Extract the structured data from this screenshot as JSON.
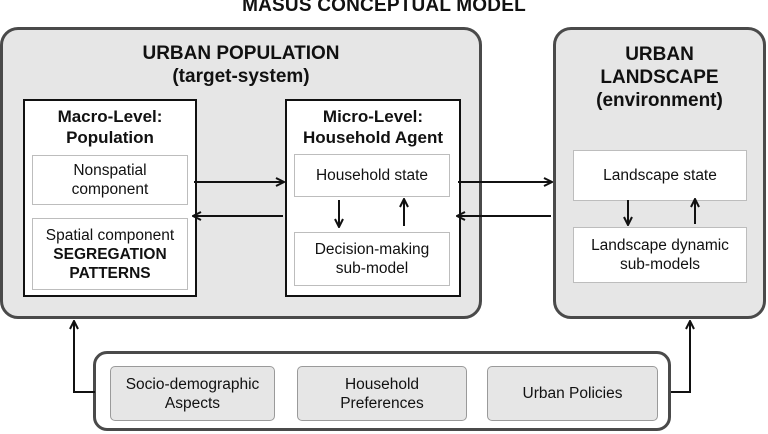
{
  "title": "MASUS CONCEPTUAL MODEL",
  "urban_population": {
    "title_line1": "URBAN POPULATION",
    "title_line2": "(target-system)",
    "macro": {
      "title_line1": "Macro-Level:",
      "title_line2": "Population",
      "nonspatial_line1": "Nonspatial",
      "nonspatial_line2": "component",
      "spatial_line1": "Spatial component",
      "spatial_line2": "SEGREGATION",
      "spatial_line3": "PATTERNS"
    },
    "micro": {
      "title_line1": "Micro-Level:",
      "title_line2": "Household Agent",
      "state": "Household state",
      "decision_line1": "Decision-making",
      "decision_line2": "sub-model"
    }
  },
  "urban_landscape": {
    "title_line1": "URBAN",
    "title_line2": "LANDSCAPE",
    "title_line3": "(environment)",
    "state": "Landscape state",
    "dynamic_line1": "Landscape dynamic",
    "dynamic_line2": "sub-models"
  },
  "drivers": {
    "socio_line1": "Socio-demographic",
    "socio_line2": "Aspects",
    "pref_line1": "Household",
    "pref_line2": "Preferences",
    "policies": "Urban Policies"
  }
}
